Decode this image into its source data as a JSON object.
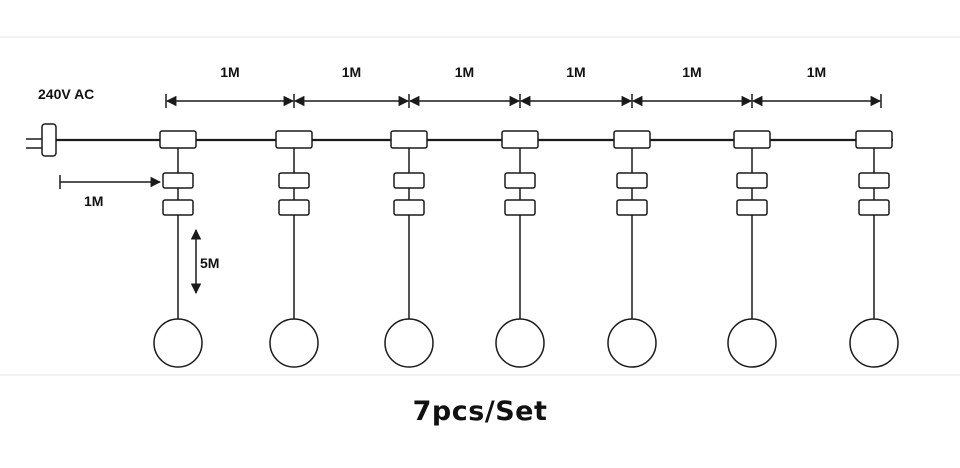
{
  "diagram": {
    "power_label": "240V AC",
    "spacing_label": "1M",
    "lead_label": "1M",
    "drop_label": "5M",
    "bulb_count": 7,
    "line_color": "#1a1a1a"
  },
  "caption": "7pcs/Set"
}
